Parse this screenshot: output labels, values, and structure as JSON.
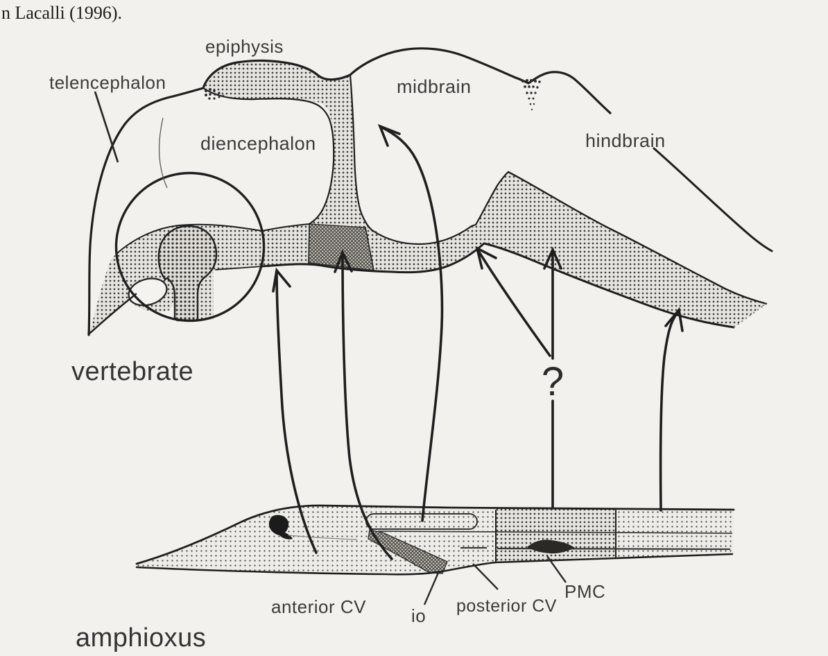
{
  "page": {
    "caption": "n Lacalli (1996).",
    "background": "#f2f1ee"
  },
  "vertebrate": {
    "name": "vertebrate",
    "regions": {
      "telencephalon": "telencephalon",
      "epiphysis": "epiphysis",
      "diencephalon": "diencephalon",
      "midbrain": "midbrain",
      "hindbrain": "hindbrain"
    }
  },
  "amphioxus": {
    "name": "amphioxus",
    "regions": {
      "anterior_cv": "anterior CV",
      "io": "io",
      "posterior_cv": "posterior CV",
      "pmc": "PMC"
    }
  },
  "annotations": {
    "question_mark": "?"
  },
  "colors": {
    "ink": "#1f1f1f",
    "label": "#3b3b3b",
    "background": "#f2f1ee"
  }
}
